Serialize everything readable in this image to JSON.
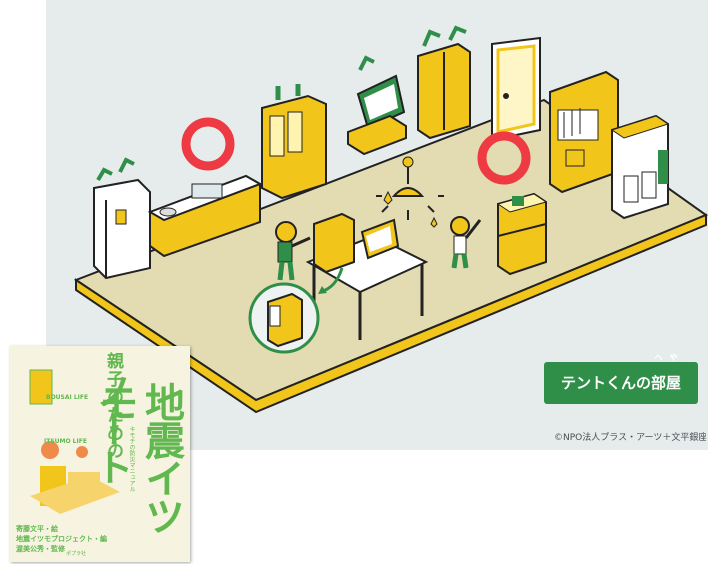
{
  "poster": {
    "badge": {
      "text_before": "テントくんの",
      "ruby1_base": "部",
      "ruby1_reading": "へ",
      "ruby2_base": "屋",
      "ruby2_reading": "や"
    },
    "credit": "©NPO法人プラス・アーツ＋文平銀座",
    "colors": {
      "background": "#e6ebec",
      "yellow": "#f2c51b",
      "green": "#2f8f48",
      "red": "#ee3a43"
    }
  },
  "book": {
    "title": "親子のための",
    "main_title_a": "地震イツモ",
    "main_title_b": "ノート",
    "subtitle": "キモチの防災マニュアル",
    "label_top": "BOUSAI LIFE",
    "label_mid": "ITSUMO LIFE",
    "author_line1": "寄藤文平・絵",
    "author_line2": "地震イツモプロジェクト・編",
    "author_line3": "渥美公秀・監修",
    "publisher": "ポプラ社"
  }
}
